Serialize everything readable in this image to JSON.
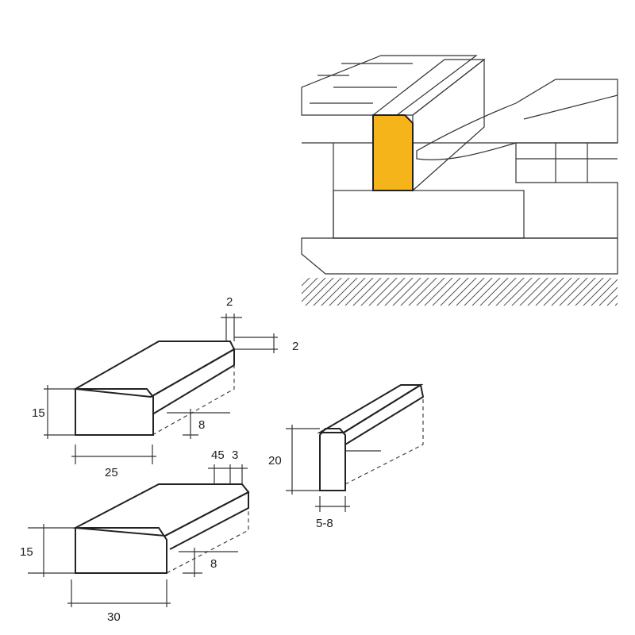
{
  "colors": {
    "curb_fill": "#f4b41a",
    "line": "#222222",
    "concrete": "#f0f0f0"
  },
  "curb_a": {
    "dim_top_width": "2",
    "dim_top_height": "2",
    "height": "15",
    "depth": "8",
    "width": "25"
  },
  "curb_b": {
    "dim_top_a": "45",
    "dim_top_b": "3",
    "height": "15",
    "depth": "8",
    "width": "30"
  },
  "curb_c": {
    "height": "20",
    "width": "5-8"
  }
}
